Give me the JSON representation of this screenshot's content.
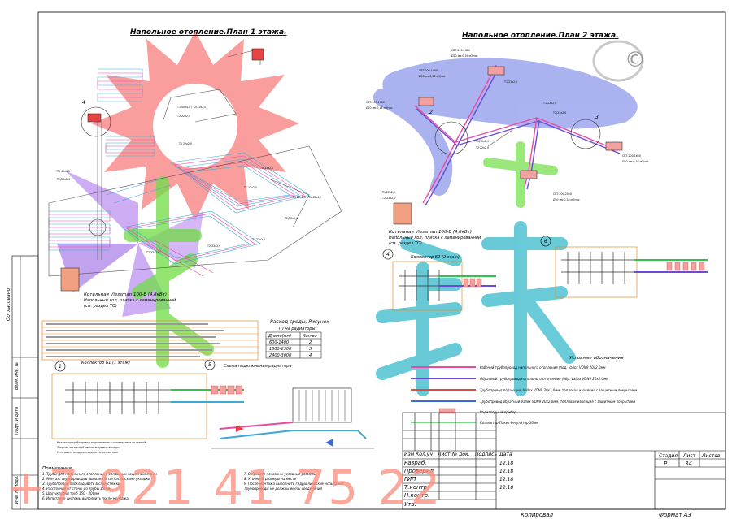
{
  "titles": {
    "plan1": "Напольное отопление.План 1 этажа.",
    "plan2": "Напольное отопление.План 2 этажа."
  },
  "copyright": "©",
  "watermark": "+7 921 41 75 22",
  "side_labels": [
    "Согласовано",
    "Взам. инв. №",
    "Подп. и дата",
    "Инв. № подл."
  ],
  "boiler_note_1": "Котельная Viessman 100-E (4,8кВт)",
  "boiler_note_1b": "Напольный хол, плитка с ламинированной",
  "boiler_note_1c": "(см. раздел ТО)",
  "boiler_note_2": "Котельная Viessman 100-E (4,8кВт)",
  "boiler_note_2b": "Напольный хол, плитка с ламинированной",
  "boiler_note_2c": "(см. раздел ТО)",
  "flow_table": {
    "title": "Расход среды, Рисунок",
    "subtitle": "ТП на радиаторы",
    "headers": [
      "Длина(мм)",
      "Кол-во"
    ],
    "rows": [
      [
        "600-1400",
        "2"
      ],
      [
        "1600-2300",
        "3"
      ],
      [
        "2400-3000",
        "4"
      ]
    ]
  },
  "legend": {
    "title": "Условные обозначения",
    "items": [
      "Рабочий трубопровод напольного отопления (под. Vallox VDN9 20x2.0мм",
      "Обратный трубопровод напольного отопления (обр. Vallox VDN9 20x2.0мм",
      "Трубопровод подающий Vallox VDN9 20x2,0мм, тепловая изоляция с защитным покрытием",
      "Трубопровод обратный Vallox VDN9 20x2,0мм, тепловая изоляция с защитным покрытием",
      "Радиаторный прибор",
      "Коллектор Пакет-Регулятор 16мм"
    ]
  },
  "notes": {
    "title": "Примечания.",
    "lines": [
      "1. Трубы для напольного отопления с сплошным защитным слоем",
      "2. Монтаж трубопроводов выполнить согласно схеме укладки",
      "3. Трубопровод прокладывать в слое стяжки",
      "4. Расстояние от стены до трубы 150мм",
      "5. Шаг укладки труб 150 - 200мм",
      "6. Испытание системы выполнить после монтажа"
    ],
    "lines2": [
      "7. В проекте показаны условные размеры",
      "8. Уточнить размеры на месте",
      "9. После монтажа выполнить гидравлические испытания",
      "Трубопроводы не должны иметь соединений"
    ]
  },
  "manifold_caption": "Коллектор Б1 (1 этаж)",
  "manifold_caption2": "Коллектор Б2 (2 этаж)",
  "radiator_caption": "Схема подключения радиатора",
  "callouts": [
    "1",
    "2",
    "3",
    "4",
    "5",
    "6"
  ],
  "stamp": {
    "header": [
      "Изм",
      "Кол.уч",
      "Лист",
      "№ док.",
      "Подпись",
      "Дата"
    ],
    "rows": [
      [
        "Разраб.",
        "12.18"
      ],
      [
        "Проверил",
        "12.18"
      ],
      [
        "ГИП",
        "12.18"
      ],
      [
        "Т.контр.",
        "12.18"
      ],
      [
        "Н.контр.",
        ""
      ],
      [
        "Утв.",
        ""
      ]
    ],
    "stage_header": [
      "Стадия",
      "Лист",
      "Листов"
    ],
    "stage_values": [
      "Р",
      "34",
      ""
    ],
    "copied": "Копировал",
    "format": "Формат А3"
  }
}
